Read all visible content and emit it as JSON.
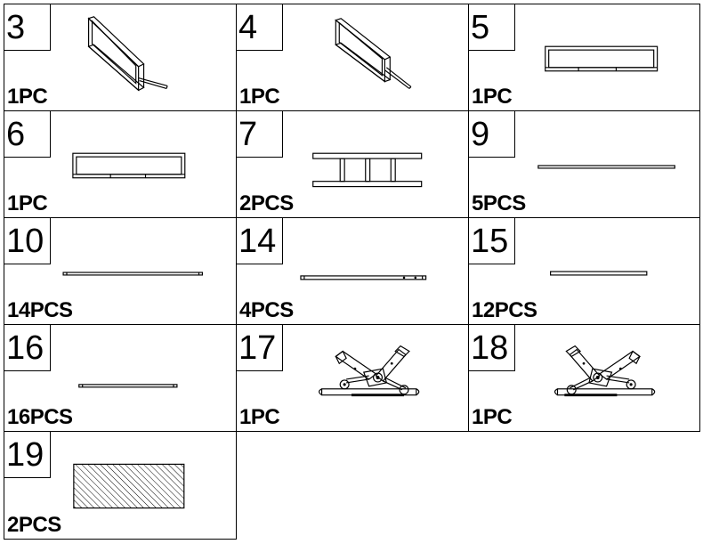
{
  "parts": [
    {
      "number": "3",
      "quantity": "1PC",
      "icon": "inclined-frame-with-leg-icon"
    },
    {
      "number": "4",
      "quantity": "1PC",
      "icon": "inclined-frame-with-leg-icon"
    },
    {
      "number": "5",
      "quantity": "1PC",
      "icon": "rectangular-frame-icon"
    },
    {
      "number": "6",
      "quantity": "1PC",
      "icon": "rectangular-frame-icon"
    },
    {
      "number": "7",
      "quantity": "2PCS",
      "icon": "ladder-frame-icon"
    },
    {
      "number": "9",
      "quantity": "5PCS",
      "icon": "long-bar-icon"
    },
    {
      "number": "10",
      "quantity": "14PCS",
      "icon": "bar-icon"
    },
    {
      "number": "14",
      "quantity": "4PCS",
      "icon": "bar-with-holes-icon"
    },
    {
      "number": "15",
      "quantity": "12PCS",
      "icon": "short-bar-icon"
    },
    {
      "number": "16",
      "quantity": "16PCS",
      "icon": "bar-icon"
    },
    {
      "number": "17",
      "quantity": "1PC",
      "icon": "recliner-mechanism-icon"
    },
    {
      "number": "18",
      "quantity": "1PC",
      "icon": "recliner-mechanism-icon"
    },
    {
      "number": "19",
      "quantity": "2PCS",
      "icon": "hatched-panel-icon"
    }
  ]
}
